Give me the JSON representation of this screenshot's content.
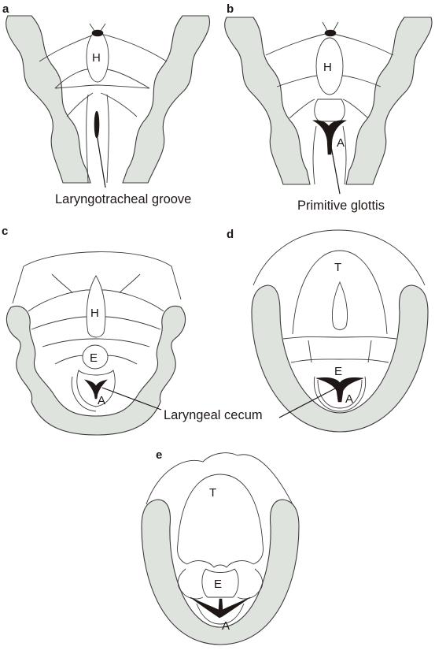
{
  "panels": {
    "a": {
      "tag": "a",
      "labels": {
        "H": "H"
      },
      "callout": "Laryngotracheal groove"
    },
    "b": {
      "tag": "b",
      "labels": {
        "H": "H",
        "A": "A"
      },
      "callout": "Primitive glottis"
    },
    "c": {
      "tag": "c",
      "labels": {
        "H": "H",
        "E": "E",
        "A": "A"
      }
    },
    "d": {
      "tag": "d",
      "labels": {
        "T": "T",
        "E": "E",
        "A": "A"
      }
    },
    "e": {
      "tag": "e",
      "labels": {
        "T": "T",
        "E": "E",
        "A": "A"
      }
    }
  },
  "shared_callout": "Laryngeal cecum",
  "colors": {
    "wall_fill": "#dfe3de",
    "outline": "#3b3b3b",
    "dark": "#1e1715"
  }
}
